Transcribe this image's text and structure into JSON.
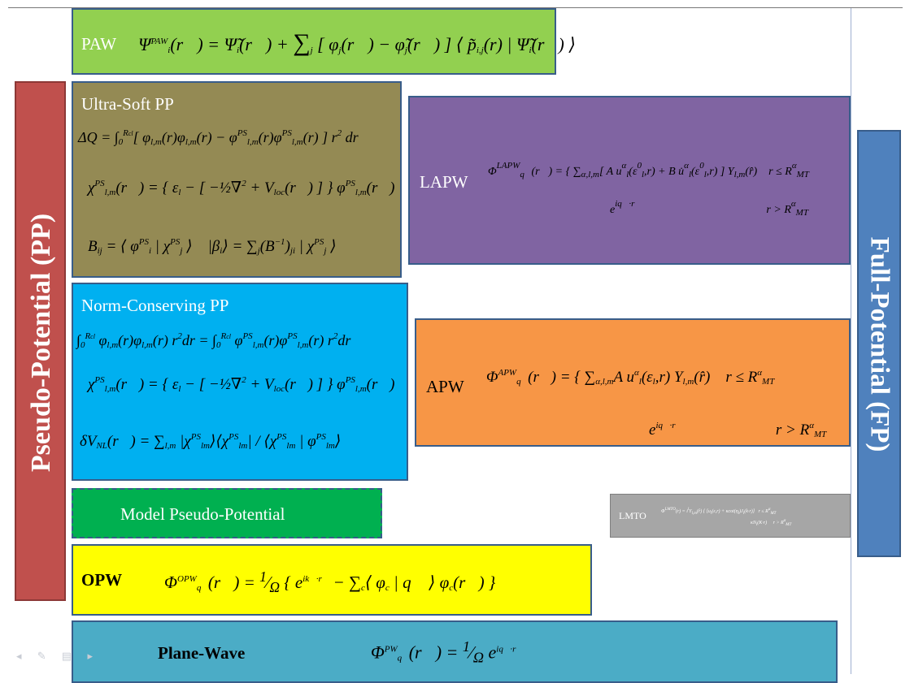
{
  "pp_label": "Pseudo-Potential (PP)",
  "fp_label": "Full-Potential (FP)",
  "paw": {
    "label": "PAW",
    "formula": "Ψ_i^PAW(r) = Ψ̃_i(r) + Σ_j [φ_j(r) − φ̃_j(r)] ⟨p̃_i,j(r) | Ψ̃_i(r)⟩"
  },
  "usp": {
    "label": "Ultra-Soft PP",
    "eq1": "ΔQ = ∫₀^Rcl [φ_l,m(r)φ_l,m(r) − φ_l,m^PS(r)φ_l,m^PS(r)] r² dr",
    "eq2": "χ_l,m^PS(r) = {ε_l − [−½∇² + V_loc(r)]} φ_l,m^PS(r)",
    "eq3": "B_ij = ⟨φ_i^PS | χ_j^PS⟩   |β_i⟩ = Σ_j (B⁻¹)_ji | χ_j^PS⟩"
  },
  "ncpp": {
    "label": "Norm-Conserving PP",
    "eq1": "∫₀^Rcl φ_l,m(r)φ_l,m(r) r² dr = ∫₀^Rcl φ_l,m^PS(r)φ_l,m^PS(r) r² dr",
    "eq2": "χ_l,m^PS(r) = {ε_l − [−½∇² + V_loc(r)]} φ_l,m^PS(r)",
    "eq3": "δV_NL(r) = Σ_l,m |χ_lm^PS⟩⟨χ_lm^PS| / ⟨χ_lm^PS | φ_lm^PS⟩"
  },
  "model": {
    "label": "Model Pseudo-Potential"
  },
  "opw": {
    "label": "OPW",
    "formula": "Φ_q^OPW(r) = (1/Ω){ e^{ik·r} − Σ_c ⟨φ_c | q⟩ φ_c(r) }"
  },
  "pw": {
    "label": "Plane-Wave",
    "formula": "Φ_q^PW(r) = (1/Ω) e^{iq·r}"
  },
  "lapw": {
    "label": "LAPW",
    "formula": "Φ_q^LAPW(r) = Σ_α,l,m [A u_l^α(ε_l⁰,r) + B u̇_l^α(ε_l⁰,r)] Y_l,m(r̂)  r ≤ R_MT^α ;  e^{iq·r}  r > R_MT^α"
  },
  "apw": {
    "label": "APW",
    "formula": "Φ_q^APW(r) = Σ_α,l,m A u_l^α(ε_l,r) Y_l,m(r̂)  r ≤ R_MT^α ;  e^{iq·r}  r > R_MT^α"
  },
  "lmto": {
    "label": "LMTO",
    "formula": "Φ_q^LMTO(r) = i^l Y_l,m(r̂) { [u_l(ε,r) + κcot(η_l) J_l(k·r)]  r ≤ R_MT^α ;  κN_l(K·r)  r > R_MT^α }"
  },
  "colors": {
    "pp": "#c0504d",
    "fp": "#4f81bd",
    "paw": "#92d050",
    "usp": "#948a54",
    "ncpp": "#00b0f0",
    "model": "#00b050",
    "opw": "#ffff00",
    "pw": "#4bacc6",
    "lapw": "#8064a2",
    "apw": "#f79646",
    "lmto": "#a6a6a6"
  }
}
